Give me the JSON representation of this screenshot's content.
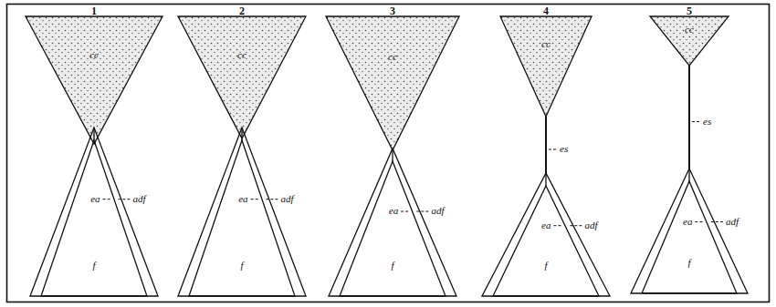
{
  "diagram": {
    "nodes": [
      {
        "text": [
          "cc"
        ]
      },
      {
        "text": [
          "f"
        ]
      },
      {
        "text": [
          "cc"
        ]
      },
      {
        "text": [
          "f"
        ]
      },
      {
        "text": [
          "cc"
        ]
      },
      {
        "text": [
          "f"
        ]
      },
      {
        "text": [
          "cc"
        ]
      },
      {
        "text": [
          "f"
        ]
      },
      {
        "text": [
          "cc"
        ]
      },
      {
        "text": [
          "f"
        ]
      }
    ],
    "edges": [
      {
        "from": 6,
        "to": 7,
        "arrow": "none",
        "label": "es"
      },
      {
        "from": 8,
        "to": 9,
        "arrow": "none",
        "label": "es"
      }
    ],
    "labels": [
      "1",
      "2",
      "3",
      "4",
      "5",
      "ea",
      "adf",
      "ea",
      "adf",
      "ea",
      "adf",
      "ea",
      "adf",
      "ea",
      "adf"
    ]
  }
}
